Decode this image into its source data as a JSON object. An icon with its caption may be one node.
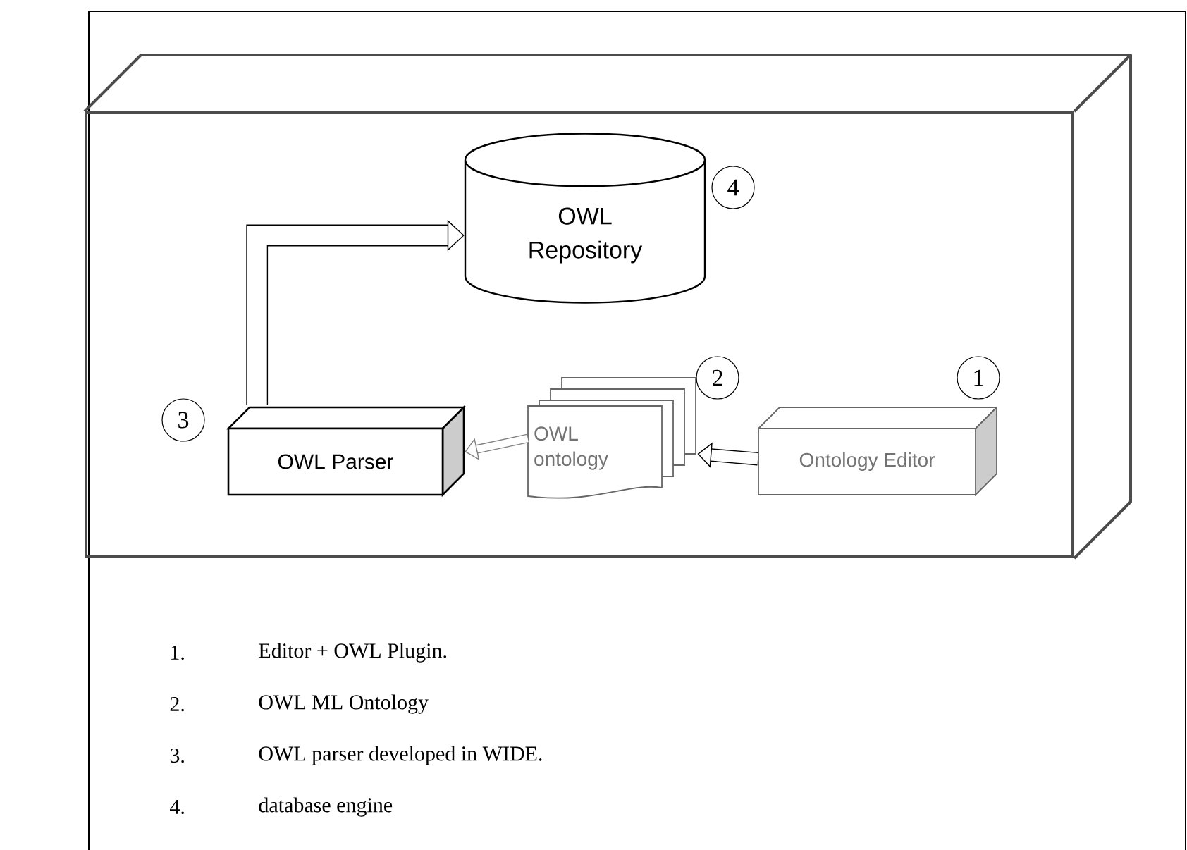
{
  "diagram": {
    "nodes": [
      {
        "text": [],
        "shape": "box"
      },
      {
        "text": [
          "OWL Repository"
        ],
        "in": 0,
        "beside": [
          "4"
        ]
      },
      {
        "text": [
          "OWL Parser"
        ],
        "in": 0,
        "beside": [
          "3"
        ]
      },
      {
        "text": [
          "OWL ontology"
        ],
        "in": 0,
        "beside": [
          "2"
        ]
      },
      {
        "text": [
          "Ontology  Editor"
        ],
        "in": 0,
        "beside": [
          "1"
        ]
      }
    ],
    "edges": [
      {
        "from": 4,
        "to": 3,
        "arrow": "to"
      },
      {
        "from": 3,
        "to": 2,
        "arrow": "to",
        "color": "#808080"
      },
      {
        "from": 2,
        "to": 1,
        "arrow": "to"
      }
    ],
    "labels": [
      "1.",
      "Editor + OWL Plugin.",
      "2.",
      "OWL ML Ontology",
      "3.",
      "OWL parser developed in WIDE.",
      "4.",
      "database engine"
    ]
  }
}
